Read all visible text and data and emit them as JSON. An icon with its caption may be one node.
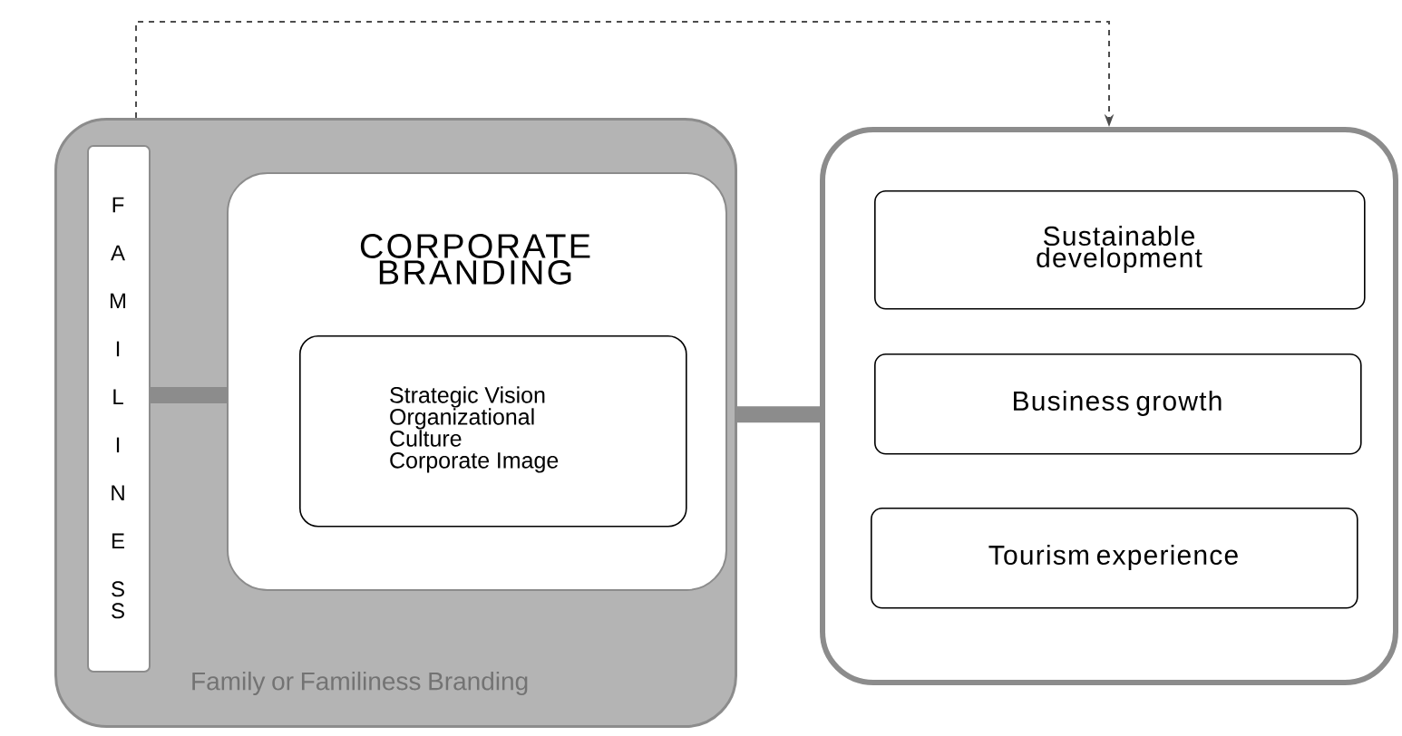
{
  "diagram": {
    "nodes": [
      {
        "text": [
          "Family or Familiness Branding"
        ]
      },
      {
        "text": [
          "FAMILINESS"
        ],
        "in": 0
      },
      {
        "text": [
          "CORPORATE BRANDING"
        ],
        "in": 0
      },
      {
        "text": [
          "Strategic Vision Organizational Culture Corporate Image"
        ],
        "in": 2
      },
      {
        "text": [],
        "shape": "box"
      },
      {
        "text": [
          "Sustainable development"
        ],
        "in": 4
      },
      {
        "text": [
          "Business growth"
        ],
        "in": 4
      },
      {
        "text": [
          "Tourism experience"
        ],
        "in": 4
      }
    ],
    "edges": [
      {
        "from": 0,
        "to": 4,
        "arrow": "to",
        "style": "dashed"
      },
      {
        "from": 1,
        "to": 2,
        "arrow": "none",
        "color": "#8c8c8c"
      },
      {
        "from": 0,
        "to": 4,
        "arrow": "none",
        "color": "#8c8c8c"
      }
    ]
  }
}
